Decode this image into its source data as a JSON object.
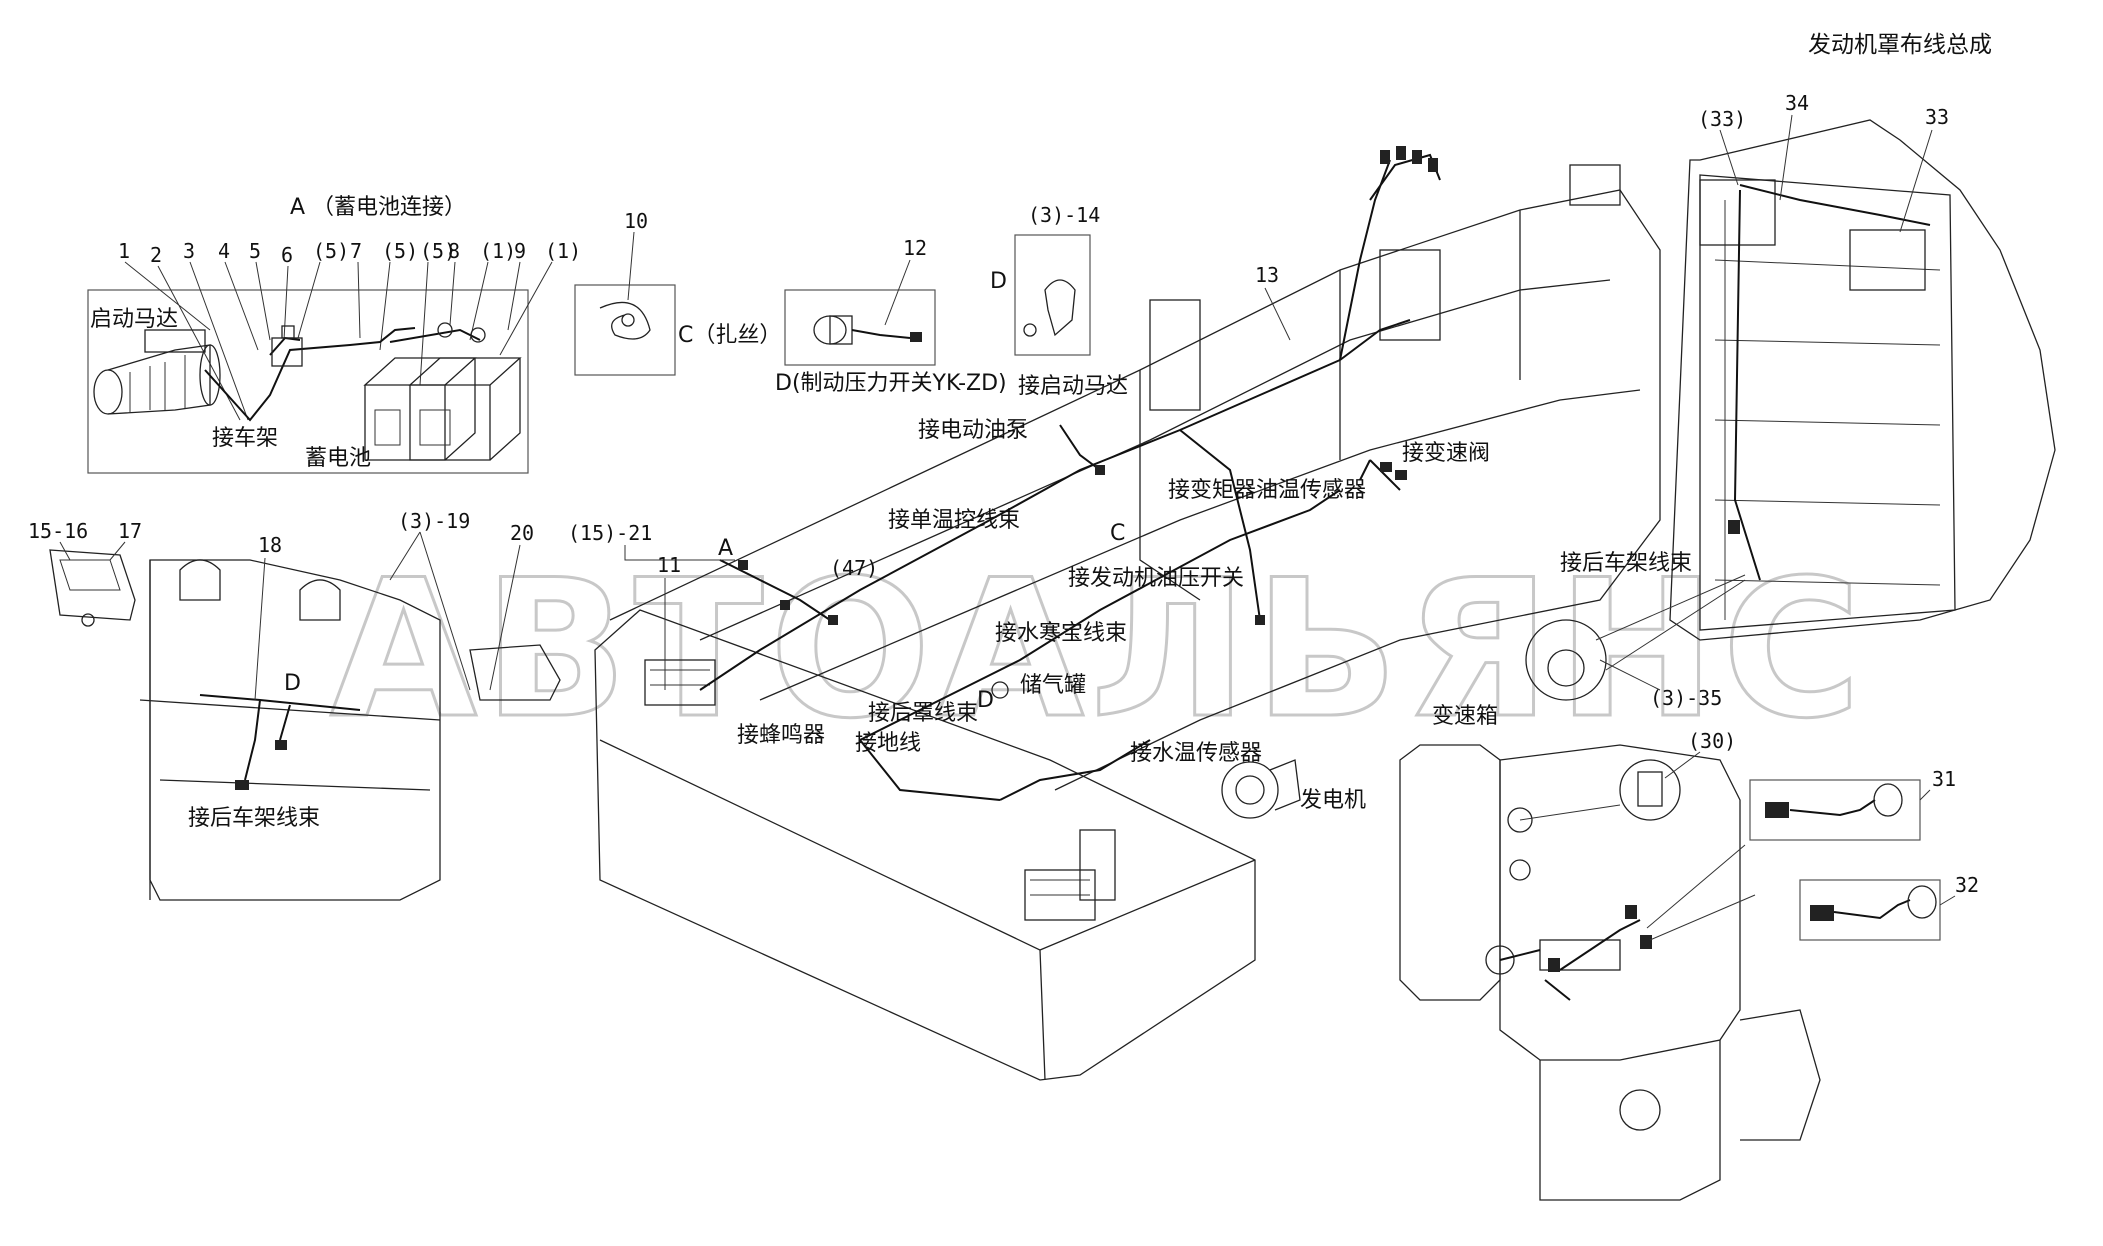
{
  "title": "发动机罩布线总成",
  "watermark": "АВТОАЛЬЯНС",
  "detail_a": {
    "title": "A （蓄电池连接）",
    "labels": {
      "starter": "启动马达",
      "frame": "接车架",
      "battery": "蓄电池"
    },
    "callouts": [
      "1",
      "2",
      "3",
      "4",
      "5",
      "6",
      "(5)",
      "7",
      "(5)",
      "(5)",
      "8",
      "(1)",
      "9",
      "(1)"
    ]
  },
  "detail_c": {
    "number": "10",
    "label": "C（扎丝）"
  },
  "detail_d": {
    "number": "12",
    "label": "D(制动压力开关YK-ZD)"
  },
  "detail_14": {
    "number": "(3)-14",
    "letter": "D",
    "label": "接启动马达"
  },
  "main_labels": {
    "n13": "13",
    "electric_pump": "接电动油泵",
    "converter_temp": "接变矩器油温传感器",
    "shift_valve": "接变速阀",
    "single_temp": "接单温控线束",
    "c_mark": "C",
    "engine_oil_switch": "接发动机油压开关",
    "water_heater": "接水寒宝线束",
    "air_tank": "储气罐",
    "d_mark": "D",
    "rear_hood": "接后罩线束",
    "buzzer": "接蜂鸣器",
    "ground": "接地线",
    "water_temp": "接水温传感器",
    "generator": "发电机",
    "n47": "(47)",
    "n11": "11",
    "a_mark": "A",
    "n15_21": "(15)-21",
    "n20": "20",
    "n3_19": "(3)-19"
  },
  "left_labels": {
    "n15_16": "15-16",
    "n17": "17",
    "n18": "18",
    "d_mark": "D",
    "rear_frame": "接后车架线束"
  },
  "hood": {
    "n33a": "(33)",
    "n34": "34",
    "n33": "33",
    "rear_frame": "接后车架线束",
    "n3_35": "(3)-35"
  },
  "gearbox": {
    "title": "变速箱",
    "n30": "(30)",
    "n31": "31",
    "n32": "32"
  }
}
